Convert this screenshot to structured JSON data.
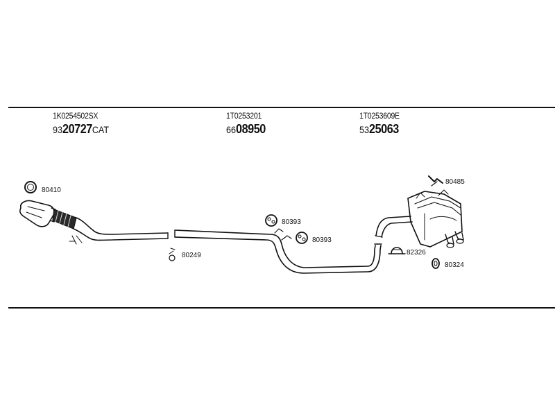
{
  "assemblies": [
    {
      "oem": "1K0254502SX",
      "prefix": "93",
      "number": "20727",
      "suffix": "CAT"
    },
    {
      "oem": "1T0253201",
      "prefix": "66",
      "number": "08950",
      "suffix": ""
    },
    {
      "oem": "1T0253609E",
      "prefix": "53",
      "number": "25063",
      "suffix": ""
    }
  ],
  "fittings": {
    "gasket_front": "80410",
    "clamp_mid": "80249",
    "hanger_a": "80393",
    "hanger_b": "80393",
    "hanger_rear": "80485",
    "clamp_rear": "82326",
    "ring_rear": "80324"
  }
}
